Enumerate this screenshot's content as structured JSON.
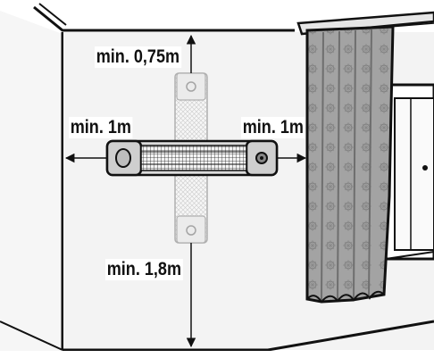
{
  "labels": {
    "top_clearance": "min. 0,75m",
    "left_clearance": "min. 1m",
    "right_clearance": "min. 1m",
    "bottom_clearance": "min. 1,8m"
  },
  "colors": {
    "line": "#111111",
    "wall": "#f2f2f2",
    "curtain": "#9a9a9a",
    "curtain_dark": "#6e6e6e",
    "heater_body": "#d9d9d9",
    "ghost": "#e6e6e6"
  }
}
